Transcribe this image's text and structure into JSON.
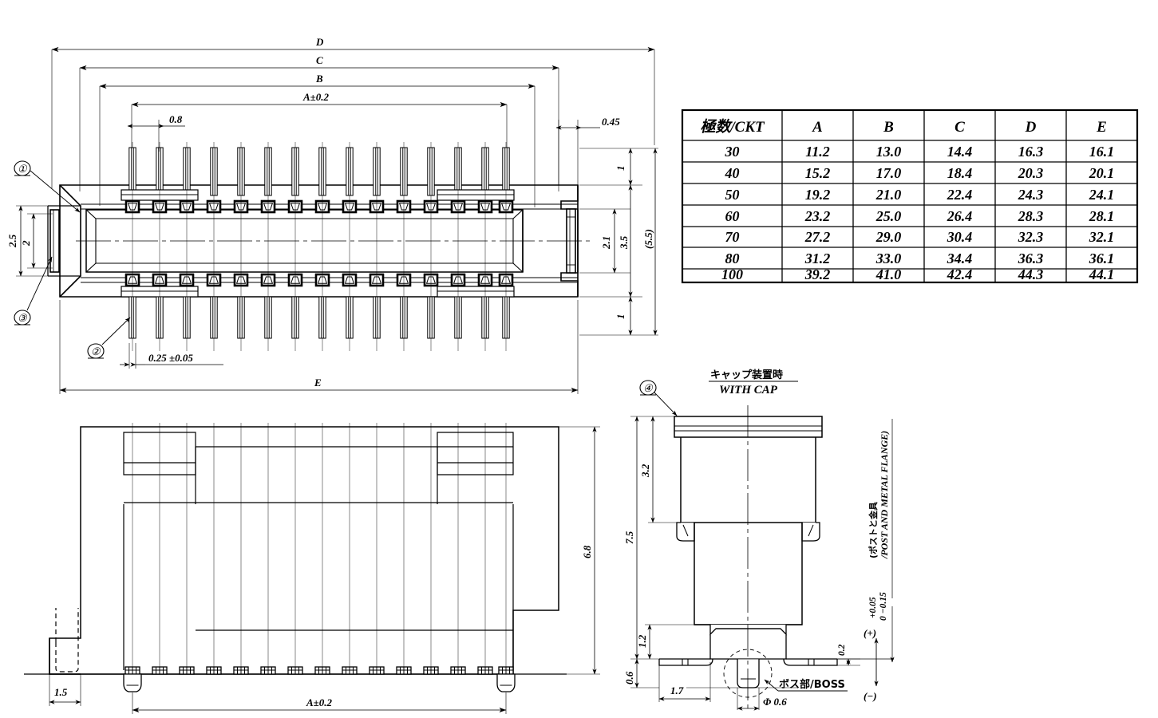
{
  "drawing": {
    "title": "Connector outline drawing",
    "table": {
      "headers": [
        "極数/CKT",
        "A",
        "B",
        "C",
        "D",
        "E"
      ],
      "rows": [
        [
          "30",
          "11.2",
          "13.0",
          "14.4",
          "16.3",
          "16.1"
        ],
        [
          "40",
          "15.2",
          "17.0",
          "18.4",
          "20.3",
          "20.1"
        ],
        [
          "50",
          "19.2",
          "21.0",
          "22.4",
          "24.3",
          "24.1"
        ],
        [
          "60",
          "23.2",
          "25.0",
          "26.4",
          "28.3",
          "28.1"
        ],
        [
          "70",
          "27.2",
          "29.0",
          "30.4",
          "32.3",
          "32.1"
        ],
        [
          "80",
          "31.2",
          "33.0",
          "34.4",
          "36.3",
          "36.1"
        ],
        [
          "100",
          "39.2",
          "41.0",
          "42.4",
          "44.3",
          "44.1"
        ]
      ]
    },
    "top_view": {
      "dim_D": "D",
      "dim_C": "C",
      "dim_B": "B",
      "dim_A": "A±0.2",
      "dim_pitch": "0.8",
      "dim_right_offset": "0.45",
      "dim_upper_1": "1",
      "dim_lower_1": "1",
      "dim_2_1": "2.1",
      "dim_3_5": "3.5",
      "dim_5_5": "(5.5)",
      "dim_2_5": "2.5",
      "dim_2": "2",
      "dim_pin_width": "0.25 ±0.05",
      "dim_E": "E",
      "balloon_1": "①",
      "balloon_2": "②",
      "balloon_3": "③"
    },
    "bottom_view": {
      "dim_1_5": "1.5",
      "dim_A": "A±0.2",
      "dim_6_8": "6.8"
    },
    "cap_view": {
      "label_jp": "キャップ装置時",
      "label_en": "WITH CAP",
      "balloon_4": "④",
      "dim_3_2": "3.2",
      "dim_7_5": "7.5",
      "dim_1_2": "1.2",
      "dim_0_6": "0.6",
      "dim_1_7": "1.7",
      "dim_dia_0_6": "Φ 0.6",
      "dim_0_2": "0.2",
      "sign_plus": "(+)",
      "sign_minus": "(−)",
      "boss_jp": "ボス部/BOSS",
      "tol_upper": "+0.05",
      "tol_lower": "0 −0.15",
      "note_jp": "(ポストと金具",
      "note_en": "/POST AND METAL FLANGE)"
    },
    "colors": {
      "line": "#000000",
      "paper": "#ffffff"
    }
  }
}
